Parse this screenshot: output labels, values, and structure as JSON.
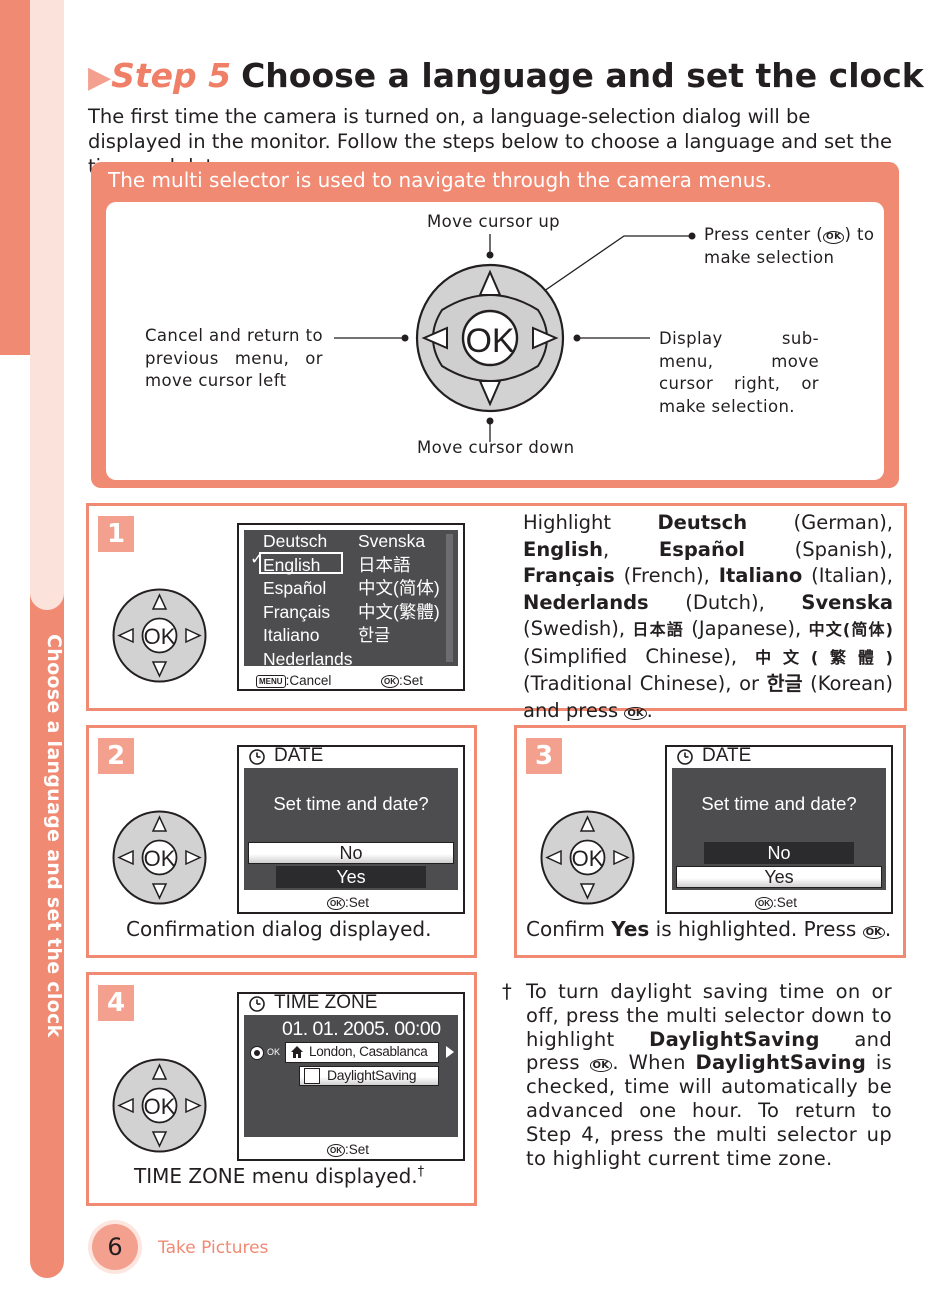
{
  "sidebar": {
    "section_title": "Choose a language and set the clock"
  },
  "header": {
    "arrow": "▶",
    "step": "Step 5",
    "title": "Choose a language and set the clock",
    "intro": "The first time the camera is turned on, a language-selection dialog will be displayed in the monitor. Follow the steps below to choose a language and set the time and date."
  },
  "multi_selector": {
    "title": "The multi selector is used to navigate through the camera menus.",
    "center_label": "OK",
    "up": "Move cursor up",
    "down": "Move cursor down",
    "left": "Cancel and return to previous menu, or move cursor left",
    "right": "Display sub-menu, move cursor right, or make selection.",
    "center_pre": "Press center (",
    "center_post": ") to make selection"
  },
  "step1": {
    "number": "1",
    "languages_left": [
      "Deutsch",
      "English",
      "Español",
      "Français",
      "Italiano",
      "Nederlands"
    ],
    "languages_right": [
      "Svenska",
      "日本語",
      "中文(简体)",
      "中文(繁體)",
      "한글"
    ],
    "selected": "English",
    "check": "✓",
    "foot_cancel_icon": "MENU",
    "foot_cancel": ":Cancel",
    "foot_set": ":Set",
    "desc": {
      "p1": "Highlight ",
      "b1": "Deutsch",
      "p2": " (German), ",
      "b2": "English",
      "p3": ",",
      "b3": "Español",
      "p4": " (Spanish), ",
      "b4": "Français",
      "p5": " (French),",
      "b5": "Italiano",
      "p6": " (Italian), ",
      "b6": "Nederlands",
      "p7": " (Dutch),",
      "b7": "Svenska",
      "p8": " (Swedish), ",
      "b8": "日本語",
      "p9": " (Japanese),",
      "b9": "中文(简体)",
      "p10": " (Simplified Chinese),",
      "b10": "中文(繁體)",
      "p11": " (Traditional Chinese), or",
      "b11": "한글",
      "p12": " (Korean) and press ",
      "p13": "."
    }
  },
  "step2": {
    "number": "2",
    "screen_title": "DATE",
    "question": "Set time and date?",
    "option_no": "No",
    "option_yes": "Yes",
    "foot_set": ":Set",
    "caption": "Confirmation dialog displayed."
  },
  "step3": {
    "number": "3",
    "screen_title": "DATE",
    "question": "Set time and date?",
    "option_no": "No",
    "option_yes": "Yes",
    "foot_set": ":Set",
    "caption_pre": "Confirm ",
    "caption_bold": "Yes",
    "caption_post": " is highlighted. Press ",
    "caption_end": "."
  },
  "step4": {
    "number": "4",
    "screen_title": "TIME ZONE",
    "datetime": "01. 01. 2005. 00:00",
    "ok_label": "OK",
    "zone": "London, Casablanca",
    "daylight": "DaylightSaving",
    "foot_set": ":Set",
    "caption": "TIME ZONE menu displayed.",
    "dagger": "†"
  },
  "note": {
    "dagger": "†",
    "t1": "To turn daylight saving time on or off, press the multi selector down to highlight ",
    "b1": "DaylightSaving",
    "t2": " and press ",
    "t3": ". When ",
    "b2": "DaylightSaving",
    "t4": " is checked, time will automatically be advanced one hour. To return to Step 4, press the multi selector up to highlight current time zone."
  },
  "footer": {
    "page_number": "6",
    "section": "Take Pictures"
  },
  "ok_glyph": "OK",
  "colors": {
    "accent": "#f08a73",
    "accent_light": "#f4a08f",
    "lcd": "#4d4c4e",
    "text": "#231f20"
  }
}
